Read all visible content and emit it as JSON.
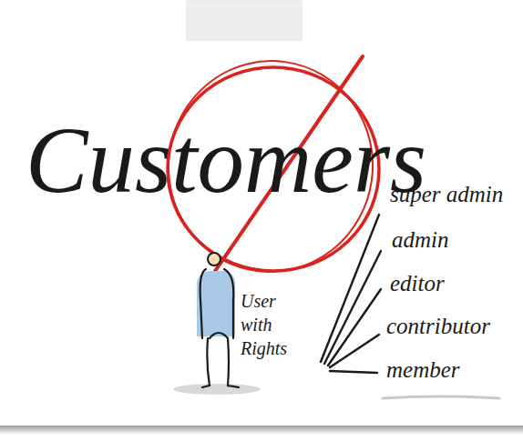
{
  "diagram": {
    "labels": [
      "Customers",
      "User with Rights",
      "super admin",
      "admin",
      "editor",
      "contributor",
      "member"
    ]
  }
}
